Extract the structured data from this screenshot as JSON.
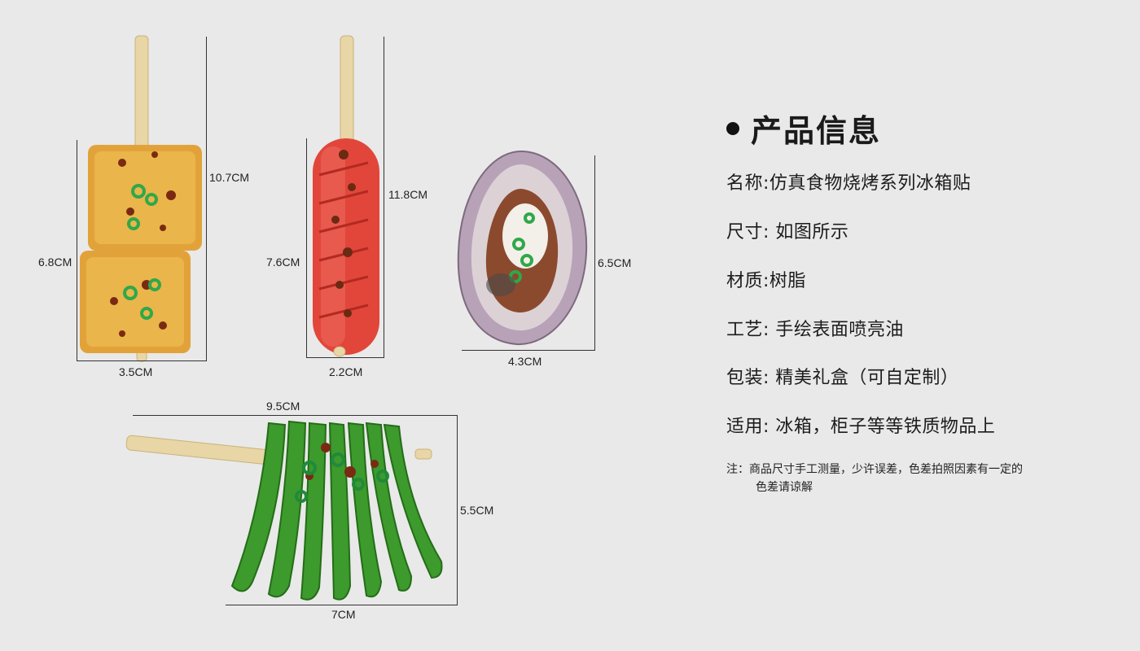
{
  "products": {
    "tofu": {
      "height": "10.7CM",
      "item_height": "6.8CM",
      "width": "3.5CM"
    },
    "sausage": {
      "height": "11.8CM",
      "item_height": "7.6CM",
      "width": "2.2CM"
    },
    "oyster": {
      "height": "6.5CM",
      "width": "4.3CM"
    },
    "beans": {
      "top_width": "9.5CM",
      "height": "5.5CM",
      "bottom_width": "7CM"
    }
  },
  "info": {
    "title": "产品信息",
    "lines": [
      "名称:仿真食物烧烤系列冰箱贴",
      "尺寸: 如图所示",
      "材质:树脂",
      "工艺: 手绘表面喷亮油",
      "包装: 精美礼盒（可自定制）",
      "适用: 冰箱，柜子等等铁质物品上"
    ],
    "note_line1": "注：商品尺寸手工测量，少许误差，色差拍照因素有一定的",
    "note_line2": "色差请谅解"
  },
  "colors": {
    "background": "#e9e9e9",
    "tofu": "#e2a23a",
    "sausage": "#e2463a",
    "beans": "#3d9a2c",
    "oyster_shell": "#b8a2b8"
  }
}
